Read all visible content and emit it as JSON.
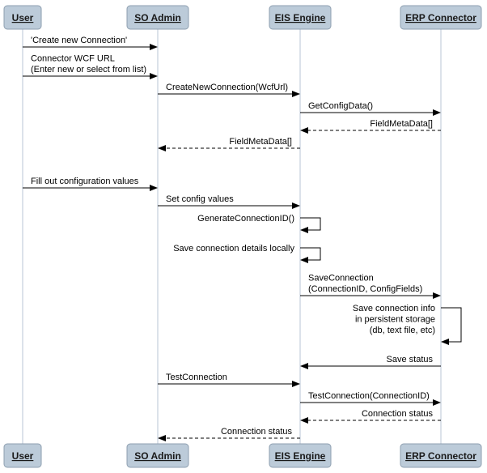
{
  "participants": [
    {
      "id": "user",
      "label": "User"
    },
    {
      "id": "so_admin",
      "label": "SO Admin"
    },
    {
      "id": "eis_engine",
      "label": "EIS Engine"
    },
    {
      "id": "erp_connector",
      "label": "ERP Connector"
    }
  ],
  "messages": [
    {
      "from": "user",
      "to": "so_admin",
      "lines": [
        "'Create new Connection'"
      ],
      "style": "solid"
    },
    {
      "from": "user",
      "to": "so_admin",
      "lines": [
        "Connector WCF URL",
        "(Enter new or select from list)"
      ],
      "style": "solid"
    },
    {
      "from": "so_admin",
      "to": "eis_engine",
      "lines": [
        "CreateNewConnection(WcfUrl)"
      ],
      "style": "solid"
    },
    {
      "from": "eis_engine",
      "to": "erp_connector",
      "lines": [
        "GetConfigData()"
      ],
      "style": "solid"
    },
    {
      "from": "erp_connector",
      "to": "eis_engine",
      "lines": [
        "FieldMetaData[]"
      ],
      "style": "dashed"
    },
    {
      "from": "eis_engine",
      "to": "so_admin",
      "lines": [
        "FieldMetaData[]"
      ],
      "style": "dashed"
    },
    {
      "from": "user",
      "to": "so_admin",
      "lines": [
        "Fill out configuration values"
      ],
      "style": "solid"
    },
    {
      "from": "so_admin",
      "to": "eis_engine",
      "lines": [
        "Set config values"
      ],
      "style": "solid"
    },
    {
      "from": "eis_engine",
      "to": "eis_engine",
      "lines": [
        "GenerateConnectionID()"
      ],
      "style": "solid"
    },
    {
      "from": "eis_engine",
      "to": "eis_engine",
      "lines": [
        "Save connection details locally"
      ],
      "style": "solid"
    },
    {
      "from": "eis_engine",
      "to": "erp_connector",
      "lines": [
        "SaveConnection",
        "(ConnectionID, ConfigFields)"
      ],
      "style": "solid"
    },
    {
      "from": "erp_connector",
      "to": "erp_connector",
      "lines": [
        "Save connection info",
        "in persistent storage",
        "(db, text file, etc)"
      ],
      "style": "solid"
    },
    {
      "from": "erp_connector",
      "to": "eis_engine",
      "lines": [
        "Save status"
      ],
      "style": "solid"
    },
    {
      "from": "so_admin",
      "to": "eis_engine",
      "lines": [
        "TestConnection"
      ],
      "style": "solid"
    },
    {
      "from": "eis_engine",
      "to": "erp_connector",
      "lines": [
        "TestConnection(ConnectionID)"
      ],
      "style": "solid"
    },
    {
      "from": "erp_connector",
      "to": "eis_engine",
      "lines": [
        "Connection status"
      ],
      "style": "dashed"
    },
    {
      "from": "eis_engine",
      "to": "so_admin",
      "lines": [
        "Connection status"
      ],
      "style": "dashed"
    }
  ]
}
